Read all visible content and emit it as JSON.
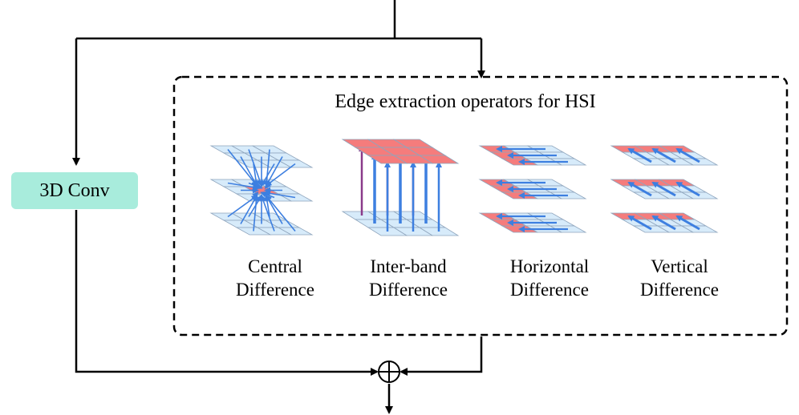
{
  "conv_block": {
    "label": "3D Conv"
  },
  "module_title": "Edge extraction operators for HSI",
  "operators": [
    {
      "line1": "Central",
      "line2": "Difference"
    },
    {
      "line1": "Inter-band",
      "line2": "Difference"
    },
    {
      "line1": "Horizontal",
      "line2": "Difference"
    },
    {
      "line1": "Vertical",
      "line2": "Difference"
    }
  ],
  "colors": {
    "conv_fill": "#a8ecdc",
    "cell_fill": "#d7ebfa",
    "center_fill": "#f57c7c",
    "arrow": "#3d7fe0",
    "line": "#000000"
  }
}
